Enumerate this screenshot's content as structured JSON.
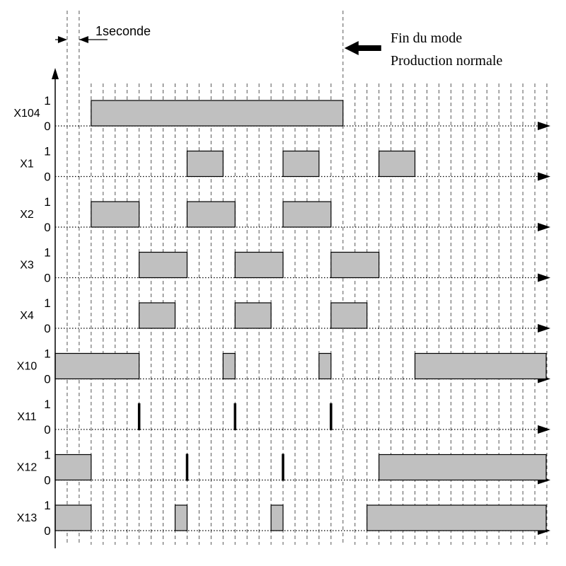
{
  "annotations": {
    "time_unit": "1seconde",
    "end_note": [
      "Fin du mode",
      "Production normale"
    ]
  },
  "level_labels": {
    "high": "1",
    "low": "0"
  },
  "colors": {
    "pulse_fill": "#c0c0c0",
    "pulse_stroke": "#000000"
  },
  "time_axis": {
    "grid_ticks": 41,
    "end_marker_tick": 24,
    "unit_start_tick": 1,
    "unit_end_tick": 2
  },
  "signals": [
    {
      "name": "X104",
      "pulses": [
        [
          3,
          24
        ]
      ]
    },
    {
      "name": "X1",
      "pulses": [
        [
          11,
          14
        ],
        [
          19,
          22
        ],
        [
          27,
          30
        ]
      ]
    },
    {
      "name": "X2",
      "pulses": [
        [
          3,
          7
        ],
        [
          11,
          15
        ],
        [
          19,
          23
        ]
      ]
    },
    {
      "name": "X3",
      "pulses": [
        [
          7,
          11
        ],
        [
          15,
          19
        ],
        [
          23,
          27
        ]
      ]
    },
    {
      "name": "X4",
      "pulses": [
        [
          7,
          10
        ],
        [
          15,
          18
        ],
        [
          23,
          26
        ]
      ]
    },
    {
      "name": "X10",
      "pulses": [
        [
          0,
          7
        ],
        [
          14,
          15
        ],
        [
          22,
          23
        ],
        [
          30,
          41
        ]
      ]
    },
    {
      "name": "X11",
      "pulses": [],
      "spikes": [
        7,
        15,
        23
      ]
    },
    {
      "name": "X12",
      "pulses": [
        [
          0,
          3
        ],
        [
          27,
          41
        ]
      ],
      "spikes": [
        11,
        19
      ]
    },
    {
      "name": "X13",
      "pulses": [
        [
          0,
          3
        ],
        [
          10,
          11
        ],
        [
          18,
          19
        ],
        [
          26,
          41
        ]
      ]
    }
  ]
}
